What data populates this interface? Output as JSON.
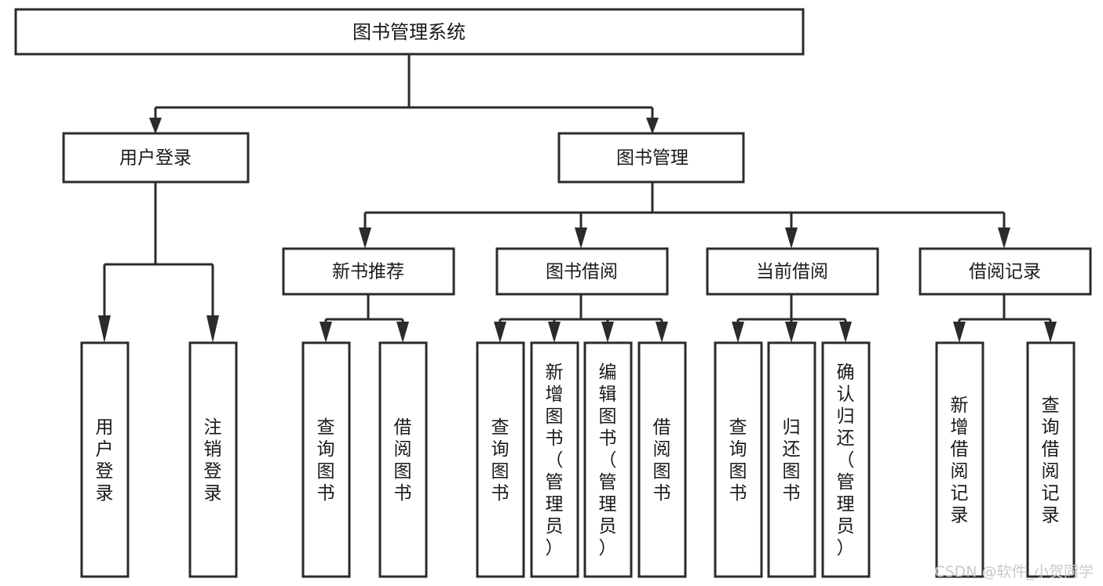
{
  "diagram": {
    "title": "图书管理系统",
    "type": "tree",
    "orientation": "top-down",
    "background_color": "#ffffff",
    "stroke_color": "#2b2b2b",
    "fill_color": "#ffffff",
    "text_color": "#1a1a1a"
  },
  "root": {
    "label": "图书管理系统"
  },
  "level2": [
    {
      "label": "用户登录"
    },
    {
      "label": "图书管理"
    }
  ],
  "level3": [
    {
      "label": "新书推荐"
    },
    {
      "label": "图书借阅"
    },
    {
      "label": "当前借阅"
    },
    {
      "label": "借阅记录"
    }
  ],
  "leaves": {
    "user_login": [
      {
        "label": "用户登录",
        "lines": [
          "用",
          "户",
          "登",
          "录"
        ]
      },
      {
        "label": "注销登录",
        "lines": [
          "注",
          "销",
          "登",
          "录"
        ]
      }
    ],
    "new_book_recommend": [
      {
        "label": "查询图书",
        "lines": [
          "查",
          "询",
          "图",
          "书"
        ]
      },
      {
        "label": "借阅图书",
        "lines": [
          "借",
          "阅",
          "图",
          "书"
        ]
      }
    ],
    "book_borrow": [
      {
        "label": "查询图书",
        "lines": [
          "查",
          "询",
          "图",
          "书"
        ]
      },
      {
        "label": "新增图书（管理员）",
        "lines": [
          "新",
          "增",
          "图",
          "书",
          "（",
          "管",
          "理",
          "员",
          "）"
        ]
      },
      {
        "label": "编辑图书（管理员）",
        "lines": [
          "编",
          "辑",
          "图",
          "书",
          "（",
          "管",
          "理",
          "员",
          "）"
        ]
      },
      {
        "label": "借阅图书",
        "lines": [
          "借",
          "阅",
          "图",
          "书"
        ]
      }
    ],
    "current_borrow": [
      {
        "label": "查询图书",
        "lines": [
          "查",
          "询",
          "图",
          "书"
        ]
      },
      {
        "label": "归还图书",
        "lines": [
          "归",
          "还",
          "图",
          "书"
        ]
      },
      {
        "label": "确认归还（管理员）",
        "lines": [
          "确",
          "认",
          "归",
          "还",
          "（",
          "管",
          "理",
          "员",
          "）"
        ]
      }
    ],
    "borrow_record": [
      {
        "label": "新增借阅记录",
        "lines": [
          "新",
          "增",
          "借",
          "阅",
          "记",
          "录"
        ]
      },
      {
        "label": "查询借阅记录",
        "lines": [
          "查",
          "询",
          "借",
          "阅",
          "记",
          "录"
        ]
      }
    ]
  },
  "watermark": {
    "text": "CSDN @软件_小贺同学",
    "color": "#c9c9c9"
  },
  "chart_data": {
    "type": "table",
    "title": "图书管理系统 功能结构图",
    "nodes": [
      {
        "id": "root",
        "label": "图书管理系统",
        "level": 0,
        "parent": null
      },
      {
        "id": "n-user-login",
        "label": "用户登录",
        "level": 1,
        "parent": "root"
      },
      {
        "id": "n-book-manage",
        "label": "图书管理",
        "level": 1,
        "parent": "root"
      },
      {
        "id": "n-new-book",
        "label": "新书推荐",
        "level": 2,
        "parent": "n-book-manage"
      },
      {
        "id": "n-book-borrow",
        "label": "图书借阅",
        "level": 2,
        "parent": "n-book-manage"
      },
      {
        "id": "n-current-borrow",
        "label": "当前借阅",
        "level": 2,
        "parent": "n-book-manage"
      },
      {
        "id": "n-borrow-record",
        "label": "借阅记录",
        "level": 2,
        "parent": "n-book-manage"
      },
      {
        "id": "l1",
        "label": "用户登录",
        "level": 2,
        "parent": "n-user-login"
      },
      {
        "id": "l2",
        "label": "注销登录",
        "level": 2,
        "parent": "n-user-login"
      },
      {
        "id": "l3",
        "label": "查询图书",
        "level": 3,
        "parent": "n-new-book"
      },
      {
        "id": "l4",
        "label": "借阅图书",
        "level": 3,
        "parent": "n-new-book"
      },
      {
        "id": "l5",
        "label": "查询图书",
        "level": 3,
        "parent": "n-book-borrow"
      },
      {
        "id": "l6",
        "label": "新增图书（管理员）",
        "level": 3,
        "parent": "n-book-borrow"
      },
      {
        "id": "l7",
        "label": "编辑图书（管理员）",
        "level": 3,
        "parent": "n-book-borrow"
      },
      {
        "id": "l8",
        "label": "借阅图书",
        "level": 3,
        "parent": "n-book-borrow"
      },
      {
        "id": "l9",
        "label": "查询图书",
        "level": 3,
        "parent": "n-current-borrow"
      },
      {
        "id": "l10",
        "label": "归还图书",
        "level": 3,
        "parent": "n-current-borrow"
      },
      {
        "id": "l11",
        "label": "确认归还（管理员）",
        "level": 3,
        "parent": "n-current-borrow"
      },
      {
        "id": "l12",
        "label": "新增借阅记录",
        "level": 3,
        "parent": "n-borrow-record"
      },
      {
        "id": "l13",
        "label": "查询借阅记录",
        "level": 3,
        "parent": "n-borrow-record"
      }
    ]
  }
}
